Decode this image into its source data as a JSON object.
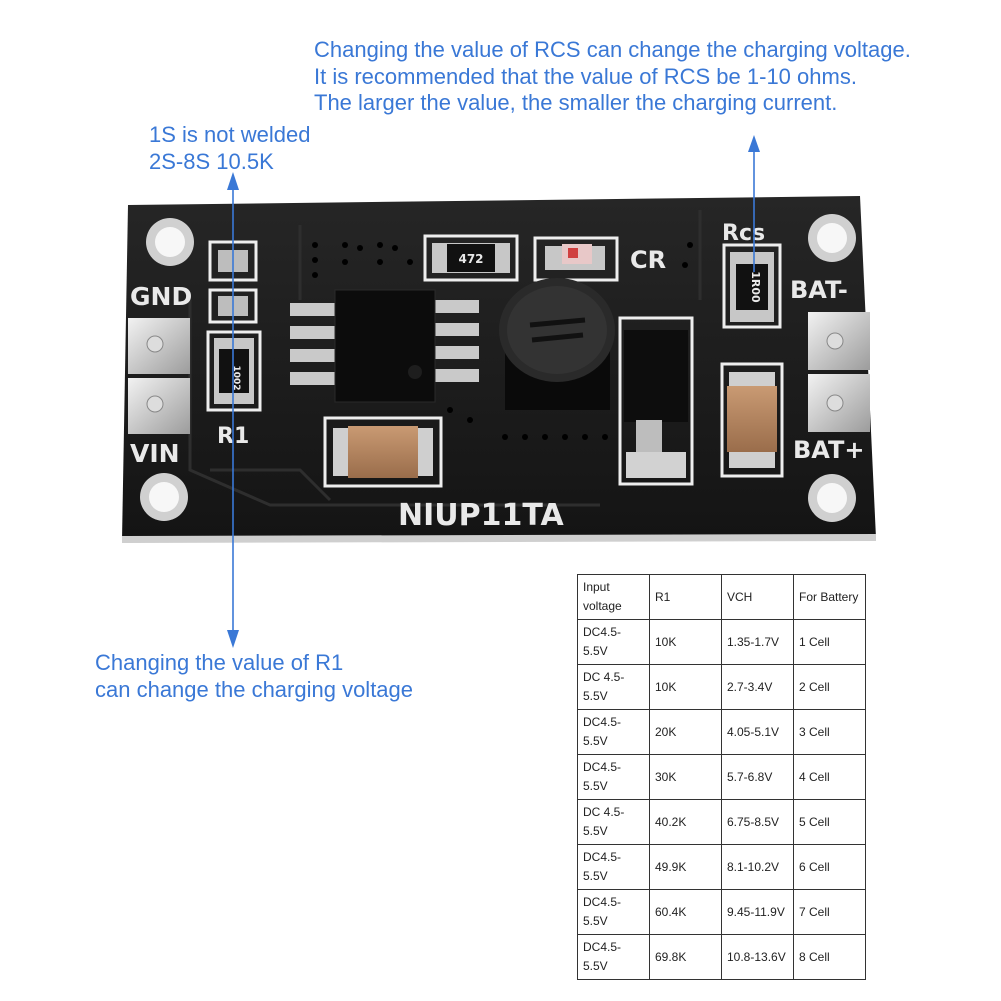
{
  "annotations": {
    "rcs_lines": [
      "Changing the value of RCS can change the charging voltage.",
      "It is recommended that the value of RCS be 1-10 ohms.",
      "The larger the value, the smaller the charging current."
    ],
    "r1_top_lines": [
      "1S is not welded",
      "2S-8S 10.5K"
    ],
    "r1_bottom_lines": [
      "Changing the value of R1",
      "can change the charging voltage"
    ]
  },
  "board": {
    "model": "NIUP11TA",
    "labels": {
      "gnd": "GND",
      "vin": "VIN",
      "r1": "R1",
      "rcs": "Rcs",
      "cr": "CR",
      "bat_minus": "BAT-",
      "bat_plus": "BAT+"
    },
    "resistor_codes": {
      "top": "472",
      "rcs": "1R00",
      "r1": "1002"
    }
  },
  "table": {
    "headers": [
      "Input voltage",
      "R1",
      "VCH",
      "For Battery"
    ],
    "rows": [
      [
        "DC4.5-5.5V",
        "10K",
        "1.35-1.7V",
        "1 Cell"
      ],
      [
        "DC 4.5-5.5V",
        "10K",
        "2.7-3.4V",
        "2 Cell"
      ],
      [
        "DC4.5-5.5V",
        "20K",
        "4.05-5.1V",
        "3 Cell"
      ],
      [
        "DC4.5-5.5V",
        "30K",
        "5.7-6.8V",
        "4 Cell"
      ],
      [
        "DC 4.5-5.5V",
        "40.2K",
        "6.75-8.5V",
        "5 Cell"
      ],
      [
        "DC4.5-5.5V",
        "49.9K",
        "8.1-10.2V",
        "6 Cell"
      ],
      [
        "DC4.5-5.5V",
        "60.4K",
        "9.45-11.9V",
        "7 Cell"
      ],
      [
        "DC4.5-5.5V",
        "69.8K",
        "10.8-13.6V",
        "8 Cell"
      ]
    ]
  },
  "colors": {
    "annotation": "#3a78d6",
    "pcb": "#1b1b1b",
    "silkscreen": "#e9e9e9"
  }
}
